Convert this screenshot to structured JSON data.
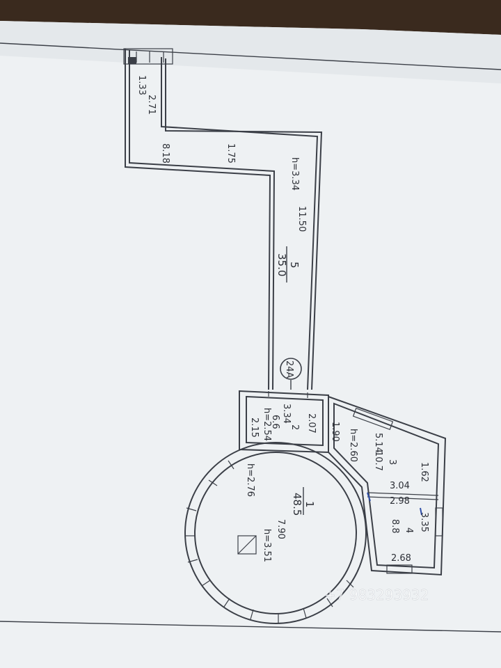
{
  "plan": {
    "colors": {
      "paper": "#eef1f3",
      "ink": "#3b3f47",
      "table": "#3a2a1e",
      "pen": "#2f4fa8"
    },
    "labels": {
      "stair_w": "1.33",
      "stair_len": "2.71",
      "corr_top_len": "8.18",
      "corr_width": "1.75",
      "corr_height": "h=3.34",
      "corr_len": "11.50",
      "room5_num": "5",
      "room5_area": "35.0",
      "marker": "24A",
      "room2_w": "3.34",
      "room2_area": "6.6",
      "room2_h": "h=2.54",
      "room2_side": "2.15",
      "room2_num": "2",
      "room2_d": "2.07",
      "room3_w": "1.90",
      "room3_h": "h=2.60",
      "room3_d": "5.14",
      "room3_num": "3",
      "room3_area": "10.7",
      "room3_side": "1.62",
      "room3_len": "3.04",
      "room4_w": "2.98",
      "room4_num": "4",
      "room4_area": "8.8",
      "room4_side": "3.35",
      "room4_len": "2.68",
      "room1_h": "h=2.76",
      "room1_num": "1",
      "room1_area": "48.5",
      "room1_diam": "7.90",
      "room1_h2": "h=3.51"
    },
    "watermark": "+7 983293932"
  }
}
